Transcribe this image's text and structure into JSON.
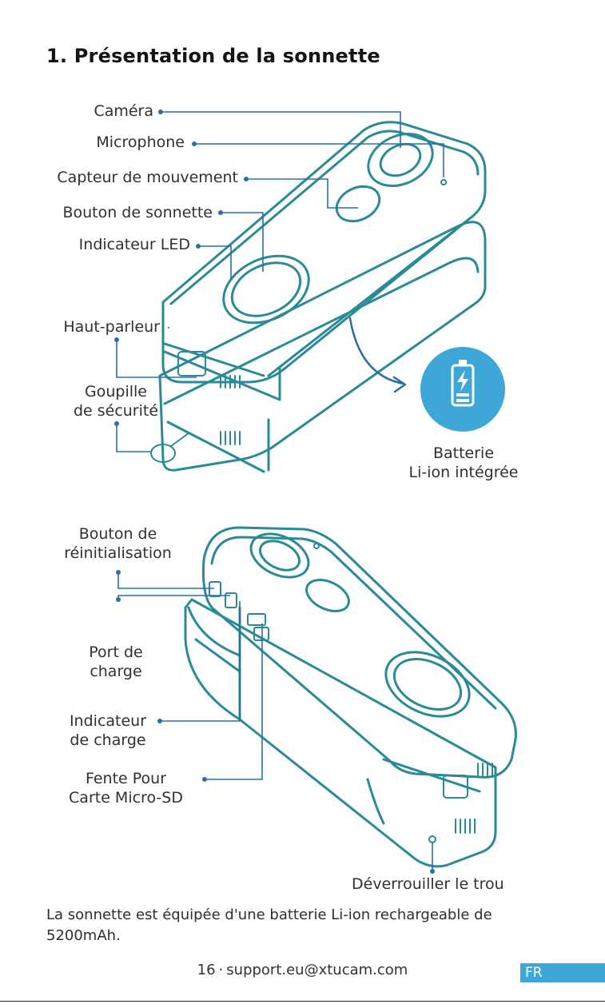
{
  "heading": "1. Présentation de la sonnette",
  "diagram_top": {
    "labels": {
      "camera": "Caméra",
      "microphone": "Microphone",
      "motion_sensor": "Capteur de mouvement",
      "doorbell_button": "Bouton de sonnette",
      "led_indicator": "Indicateur LED",
      "speaker": "Haut-parleur",
      "safety_pin_line1": "Goupille",
      "safety_pin_line2": "de sécurité",
      "battery_line1": "Batterie",
      "battery_line2": "Li-ion intégrée"
    }
  },
  "diagram_bottom": {
    "labels": {
      "reset_line1": "Bouton de",
      "reset_line2": "réinitialisation",
      "charging_port_line1": "Port de",
      "charging_port_line2": "charge",
      "charge_indicator_line1": "Indicateur",
      "charge_indicator_line2": "de charge",
      "sd_slot_line1": "Fente Pour",
      "sd_slot_line2": "Carte Micro-SD",
      "unlock_hole": "Déverrouiller le trou"
    }
  },
  "colors": {
    "outline": "#2a8a96",
    "leader": "#2b6ea8",
    "battery_circle": "#3ea7d8",
    "lang_badge": "#3ea7d8"
  },
  "description": "La sonnette est équipée d'une batterie Li-ion rechargeable de 5200mAh.",
  "footer": {
    "page_number": "16",
    "separator": "·",
    "email": "support.eu@xtucam.com",
    "language": "FR"
  }
}
